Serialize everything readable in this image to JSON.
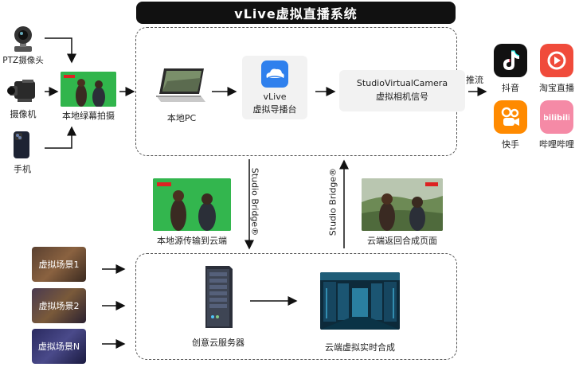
{
  "title": "vLive虚拟直播系统",
  "sources": {
    "ptz_label": "PTZ摄像头",
    "camcorder_label": "摄像机",
    "phone_label": "手机"
  },
  "greenscreen": {
    "local_label": "本地绿幕拍摄",
    "upload_label": "本地源传输到云端",
    "return_label": "云端返回合成页面"
  },
  "top": {
    "pc_label": "本地PC",
    "vlive_line1": "vLive",
    "vlive_line2": "虚拟导播台",
    "svc_line1": "StudioVirtualCamera",
    "svc_line2": "虚拟相机信号"
  },
  "push_label": "推流",
  "platforms": [
    {
      "name": "抖音",
      "icon": "douyin-icon",
      "color": "#111111"
    },
    {
      "name": "淘宝直播",
      "icon": "taobao-live-icon",
      "color": "#f04b3b"
    },
    {
      "name": "快手",
      "icon": "kuaishou-icon",
      "color": "#ff8a00"
    },
    {
      "name": "哔哩哔哩",
      "icon": "bilibili-icon",
      "color": "#f58aa6"
    }
  ],
  "bridge": {
    "down": "Studio Bridge®",
    "up": "Studio Bridge®"
  },
  "scenes": [
    {
      "label": "虚拟场景1"
    },
    {
      "label": "虚拟场景2"
    },
    {
      "label": "虚拟场景N"
    }
  ],
  "bottom": {
    "server_label": "创意云服务器",
    "compose_label": "云端虚拟实时合成"
  }
}
